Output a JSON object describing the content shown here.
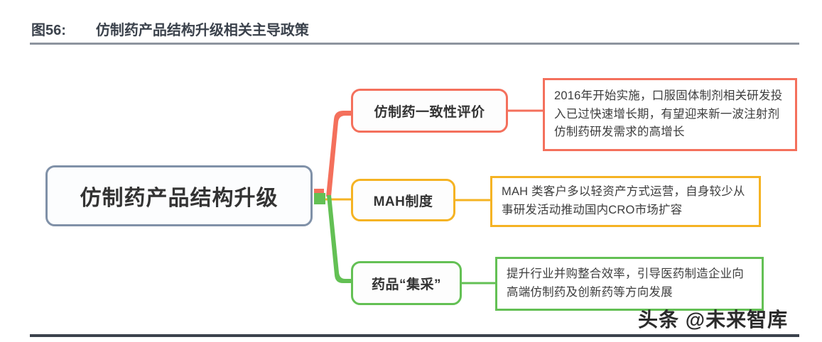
{
  "header": {
    "figure_number": "图56:",
    "title": "仿制药产品结构升级相关主导政策"
  },
  "mindmap": {
    "root": {
      "label": "仿制药产品结构升级",
      "border_color": "#8091a8"
    },
    "branches": [
      {
        "topic": "仿制药一致性评价",
        "description": "2016年开始实施，口服固体制剂相关研发投入已过快速增长期，有望迎来新一波注射剂仿制药研发需求的高增长",
        "color": "#f4705c"
      },
      {
        "topic": "MAH制度",
        "description": "MAH 类客户多以轻资产方式运营，自身较少从事研发活动推动国内CRO市场扩容",
        "color": "#f5b323"
      },
      {
        "topic": "药品“集采”",
        "description": "提升行业并购整合效率，引导医药制造企业向高端仿制药及创新药等方向发展",
        "color": "#63c054"
      }
    ]
  },
  "watermark": {
    "text": "头条 @未来智库"
  }
}
